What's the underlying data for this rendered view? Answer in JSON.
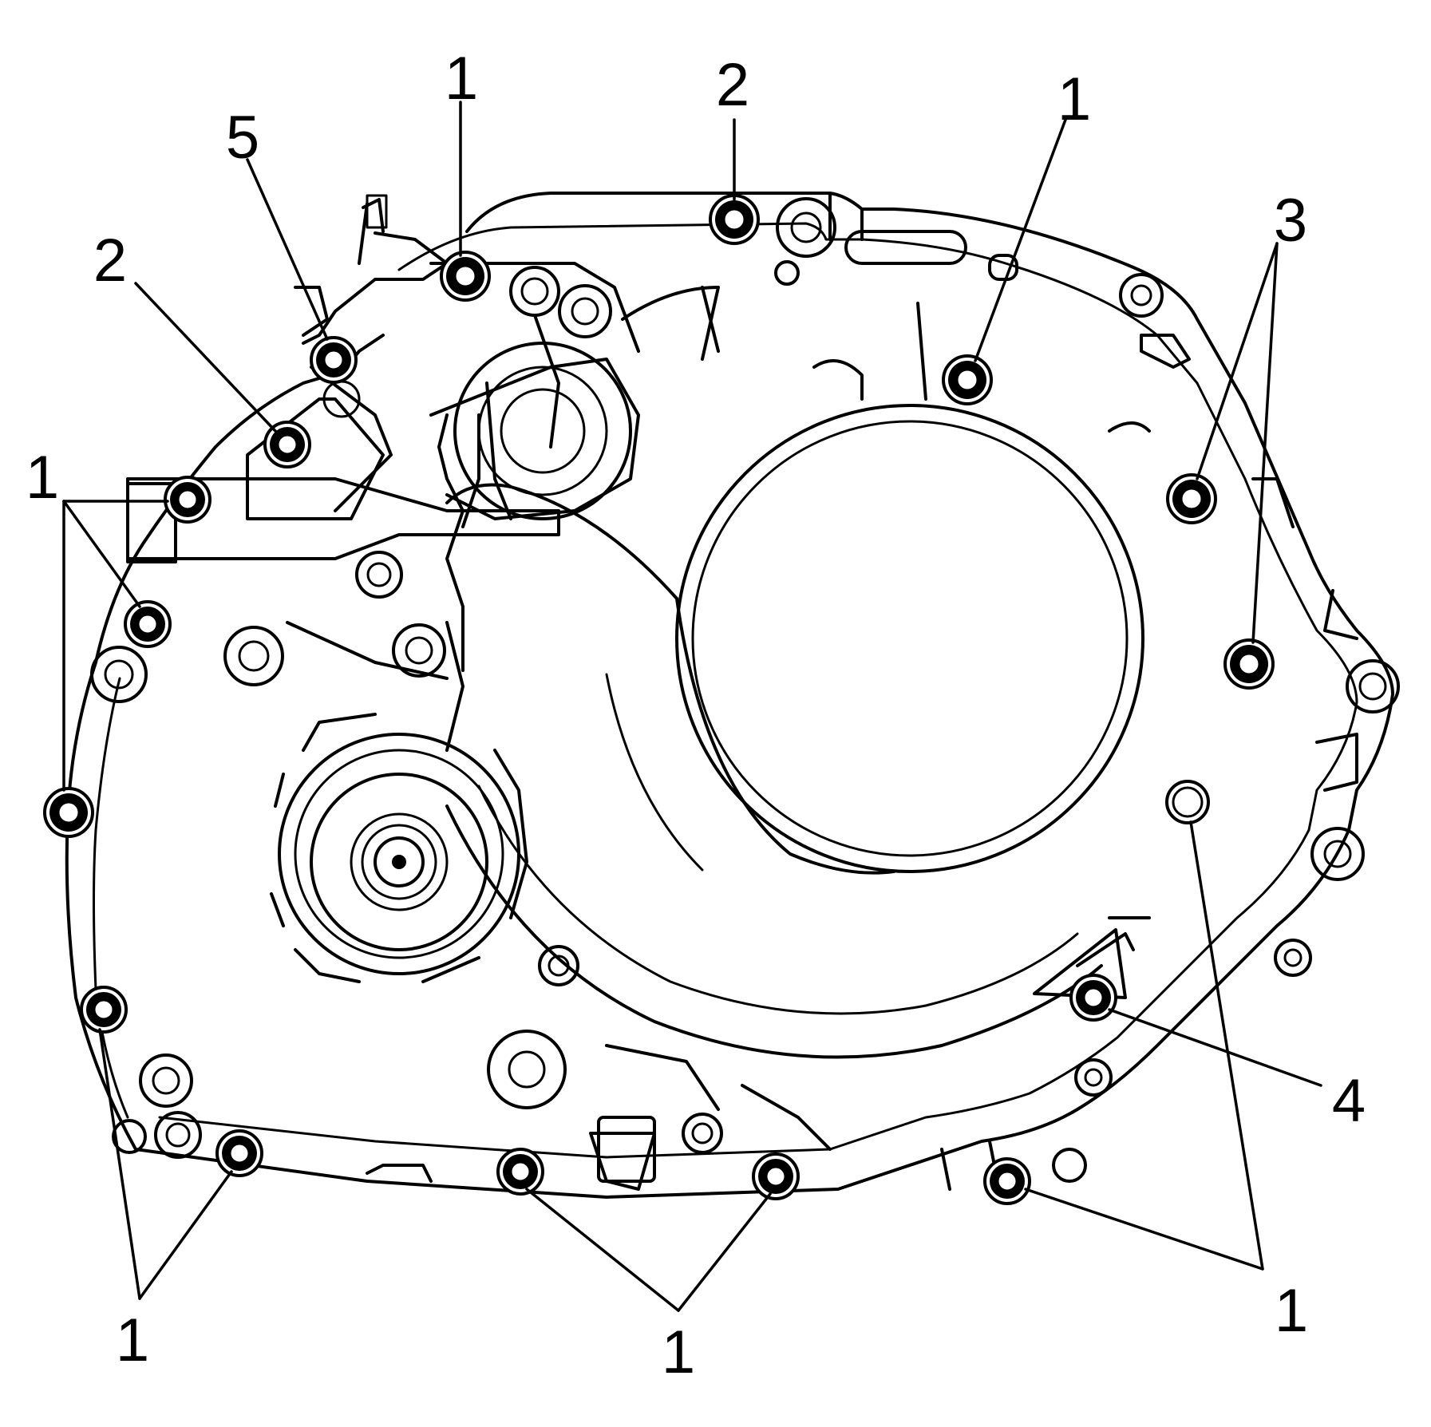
{
  "callouts": {
    "c1_top": "1",
    "c2_top": "2",
    "c1_topright": "1",
    "c3_right": "3",
    "c5_topleft": "5",
    "c2_left": "2",
    "c1_left": "1",
    "c4_right": "4",
    "c1_bottomleft": "1",
    "c1_bottomcenter": "1",
    "c1_bottomright": "1"
  }
}
